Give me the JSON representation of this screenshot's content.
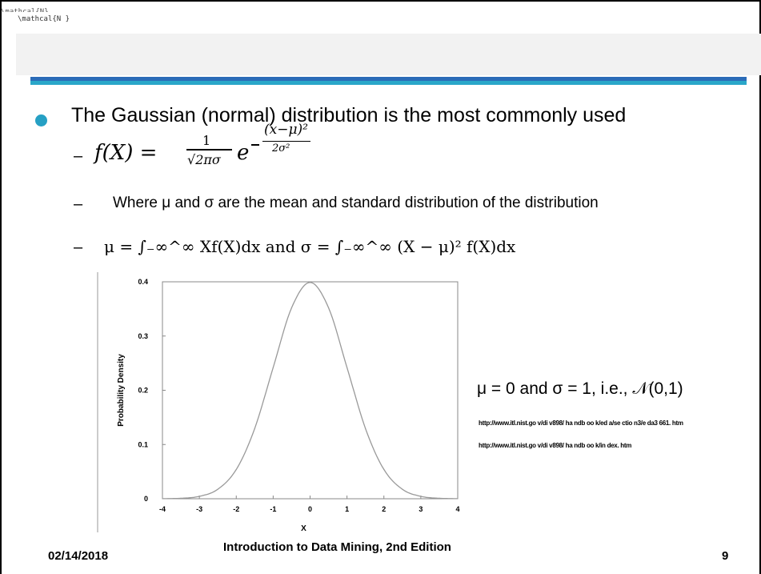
{
  "artifacts": {
    "top_left": "\\mathcal{N}",
    "second": "\\mathcal{N }"
  },
  "colors": {
    "rule_blue": "#2b6cb8",
    "rule_cyan": "#2aa7c9",
    "bullet": "#26a0c4"
  },
  "slide": {
    "bullet": "The Gaussian (normal) distribution is the most commonly used",
    "dash": "–",
    "formula_lhs": "f(X) =",
    "formula_numerator": "1",
    "formula_denominator": "√2πσ",
    "formula_base": "e",
    "formula_exponent": "(x−μ)²",
    "formula_exponent_den": "2σ²",
    "where_line": "Where μ and σ are the mean and standard distribution of the distribution",
    "moments_line": "μ = ∫₋∞^∞ Xf(X)dx and σ = ∫₋∞^∞ (X − μ)² f(X)dx",
    "note": "μ = 0 and σ = 1, i.e., 𝒩(0,1)",
    "url1": "http://www.itl.nist.go v/di v898/ ha ndb oo k/ed a/se ctio n3/e da3 661. htm",
    "url2": "http://www.itl.nist.go v/di v898/ ha ndb oo k/in dex. htm"
  },
  "footer": {
    "date": "02/14/2018",
    "title": "Introduction  to Data Mining, 2nd Edition",
    "page": "9"
  },
  "chart_data": {
    "type": "line",
    "ylabel": "Probability Density",
    "xlabel": "X",
    "xlim": [
      -4,
      4
    ],
    "ylim": [
      0,
      0.4
    ],
    "x_ticks": [
      "-4",
      "-3",
      "-2",
      "-1",
      "0",
      "1",
      "2",
      "3",
      "4"
    ],
    "y_ticks": [
      "0",
      "0.1",
      "0.2",
      "0.3",
      "0.4"
    ],
    "series": [
      {
        "x": [
          -4,
          -3.5,
          -3,
          -2.5,
          -2,
          -1.5,
          -1,
          -0.5,
          0,
          0.5,
          1,
          1.5,
          2,
          2.5,
          3,
          3.5,
          4
        ],
        "y": [
          0.0001,
          0.0009,
          0.0044,
          0.0175,
          0.054,
          0.1295,
          0.242,
          0.3521,
          0.3989,
          0.3521,
          0.242,
          0.1295,
          0.054,
          0.0175,
          0.0044,
          0.0009,
          0.0001
        ]
      }
    ]
  }
}
